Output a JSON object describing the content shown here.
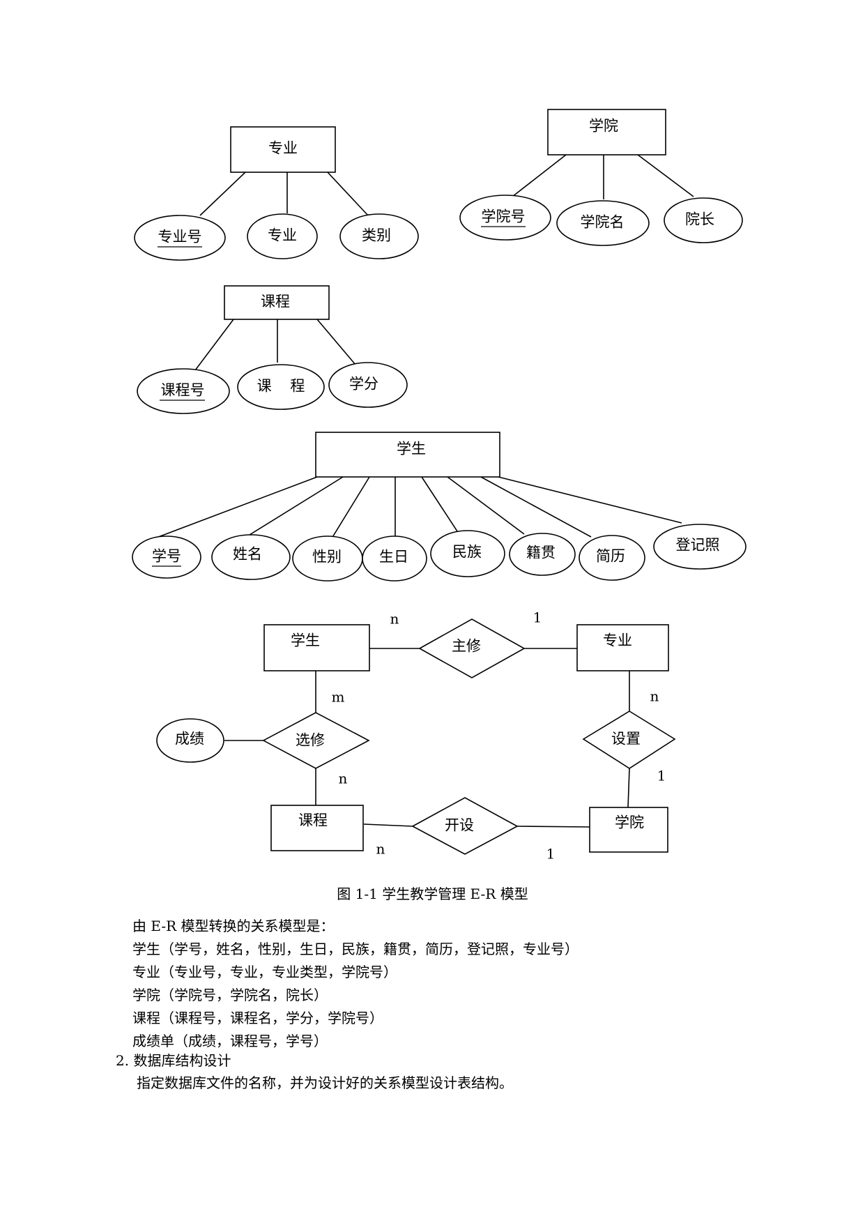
{
  "entities": {
    "major": {
      "name": "专业",
      "attributes": [
        {
          "key": "major_no",
          "label": "专业号",
          "is_key": true
        },
        {
          "key": "major_name",
          "label": "专业",
          "is_key": false
        },
        {
          "key": "category",
          "label": "类别",
          "is_key": false
        }
      ]
    },
    "college": {
      "name": "学院",
      "attributes": [
        {
          "key": "college_no",
          "label": "学院号",
          "is_key": true
        },
        {
          "key": "college_name",
          "label": "学院名",
          "is_key": false
        },
        {
          "key": "dean",
          "label": "院长",
          "is_key": false
        }
      ]
    },
    "course": {
      "name": "课程",
      "attributes": [
        {
          "key": "course_no",
          "label": "课程号",
          "is_key": true
        },
        {
          "key": "course_name",
          "label": "课    程",
          "is_key": false
        },
        {
          "key": "credit",
          "label": "学分",
          "is_key": false
        }
      ]
    },
    "student": {
      "name": "学生",
      "attributes": [
        {
          "key": "student_no",
          "label": "学号",
          "is_key": true
        },
        {
          "key": "name",
          "label": "姓名",
          "is_key": false
        },
        {
          "key": "gender",
          "label": "性别",
          "is_key": false
        },
        {
          "key": "birthday",
          "label": "生日",
          "is_key": false
        },
        {
          "key": "ethnicity",
          "label": "民族",
          "is_key": false
        },
        {
          "key": "origin",
          "label": "籍贯",
          "is_key": false
        },
        {
          "key": "resume",
          "label": "简历",
          "is_key": false
        },
        {
          "key": "photo",
          "label": "登记照",
          "is_key": false
        }
      ]
    }
  },
  "er_model": {
    "entities": {
      "student": "学生",
      "major": "专业",
      "course": "课程",
      "college": "学院"
    },
    "relationships": {
      "major_in": {
        "label": "主修",
        "card_left": "n",
        "card_right": "1"
      },
      "enroll": {
        "label": "选修",
        "card_top": "m",
        "card_bottom": "n",
        "attribute": "成绩"
      },
      "setup": {
        "label": "设置",
        "card_top": "n",
        "card_bottom": "1"
      },
      "offer": {
        "label": "开设",
        "card_left": "n",
        "card_right": "1"
      }
    }
  },
  "caption": "图 1-1  学生教学管理 E-R 模型",
  "body": {
    "intro": "由 E-R 模型转换的关系模型是：",
    "relations": [
      "学生（学号，姓名，性别，生日，民族，籍贯，简历，登记照，专业号）",
      "专业（专业号，专业，专业类型，学院号）",
      "学院（学院号，学院名，院长）",
      "课程（课程号，课程名，学分，学院号）",
      "成绩单（成绩，课程号，学号）"
    ]
  },
  "section": {
    "number": "2.",
    "title": "数据库结构设计",
    "description": "指定数据库文件的名称，并为设计好的关系模型设计表结构。"
  }
}
